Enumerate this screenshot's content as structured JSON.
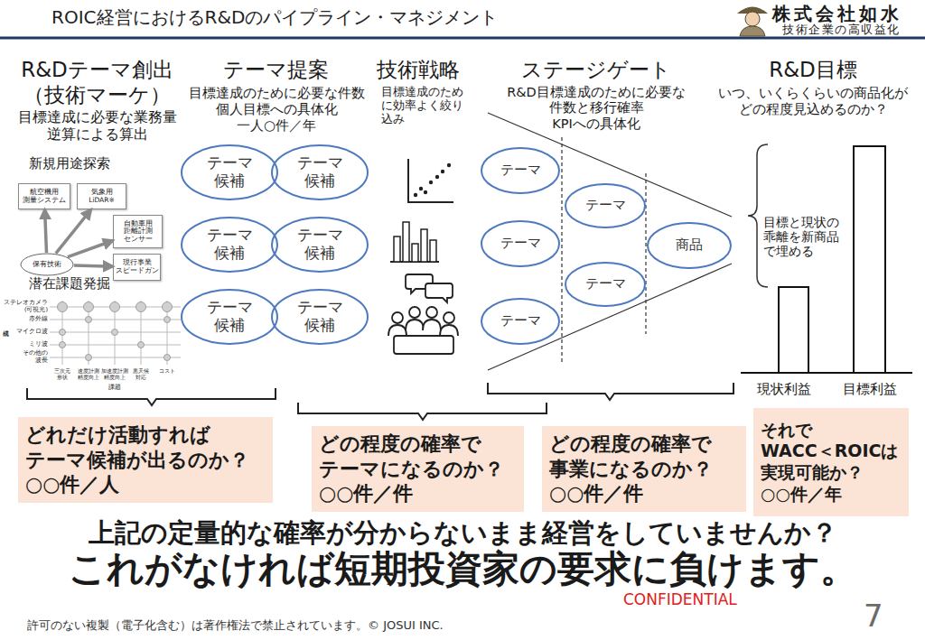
{
  "diagram": {
    "title": "ROIC経営におけるR&Dのパイプライン・マネジメント",
    "nodes": [
      {
        "text": [
          "航空機用 測量システム"
        ]
      },
      {
        "text": [
          "気象用 LiDAR※"
        ]
      },
      {
        "text": [
          "自動車用 距離計測 センサー"
        ]
      },
      {
        "text": [
          "現行事業 スピードガン"
        ]
      },
      {
        "text": [
          "保有技術"
        ]
      },
      {
        "text": [
          "テーマ 候補"
        ]
      },
      {
        "text": [
          "テーマ 候補"
        ]
      },
      {
        "text": [
          "テーマ 候補"
        ]
      },
      {
        "text": [
          "テーマ 候補"
        ]
      },
      {
        "text": [
          "テーマ 候補"
        ]
      },
      {
        "text": [
          "テーマ 候補"
        ]
      },
      {
        "text": [
          "テーマ"
        ]
      },
      {
        "text": [
          "テーマ"
        ]
      },
      {
        "text": [
          "テーマ"
        ]
      },
      {
        "text": [
          "テーマ"
        ]
      },
      {
        "text": [
          "テーマ"
        ]
      },
      {
        "text": [
          "商品"
        ]
      },
      {
        "text": [
          "どれだけ活動すれば テーマ候補が出るのか？",
          "○○件／人"
        ]
      },
      {
        "text": [
          "どの程度の確率で テーマになるのか？",
          "○○件／件"
        ]
      },
      {
        "text": [
          "どの程度の確率で 事業になるのか？",
          "○○件／件"
        ]
      },
      {
        "text": [
          "それで WACC＜ROICは 実現可能か？",
          "○○件／年"
        ]
      }
    ],
    "edges": [
      {
        "from": 4,
        "to": 0,
        "arrow": "to"
      },
      {
        "from": 4,
        "to": 1,
        "arrow": "to"
      },
      {
        "from": 4,
        "to": 2,
        "arrow": "to"
      },
      {
        "from": 4,
        "to": 3,
        "arrow": "to"
      }
    ],
    "labels": [
      "R&Dテーマ創出 （技術マーケ）",
      "目標達成に必要な業務量 逆算による算出",
      "テーマ提案",
      "目標達成のために必要な件数 個人目標への具体化 一人○件／年",
      "技術戦略",
      "目標達成のため に効率よく絞り 込み",
      "ステージゲート",
      "R&D目標達成のために必要な 件数と移行確率 KPIへの具体化",
      "R&D目標",
      "いつ、いくらくらいの商品化が どの程度見込めるのか？",
      "新規用途探索",
      "潜在課題発掘",
      "ステレオカメラ (可視光)",
      "赤外線",
      "マイクロ波",
      "ミリ波",
      "その他の 波長",
      "構成",
      "三次元 形状",
      "速度計測 精度向上",
      "加速度計測 精度向上",
      "悪天候 対応",
      "コスト",
      "課題",
      "目標と現状の 乖離を新商品 で埋める",
      "現状利益",
      "目標利益",
      "上記の定量的な確率が分からないまま経営をしていませんか？",
      "これがなければ短期投資家の要求に負けます。",
      "CONFIDENTIAL",
      "許可のない複製（電子化含む）は著作権法で禁止されています。© JOSUI INC.",
      "7",
      "株式会社如水",
      "技術企業の高収益化"
    ]
  }
}
